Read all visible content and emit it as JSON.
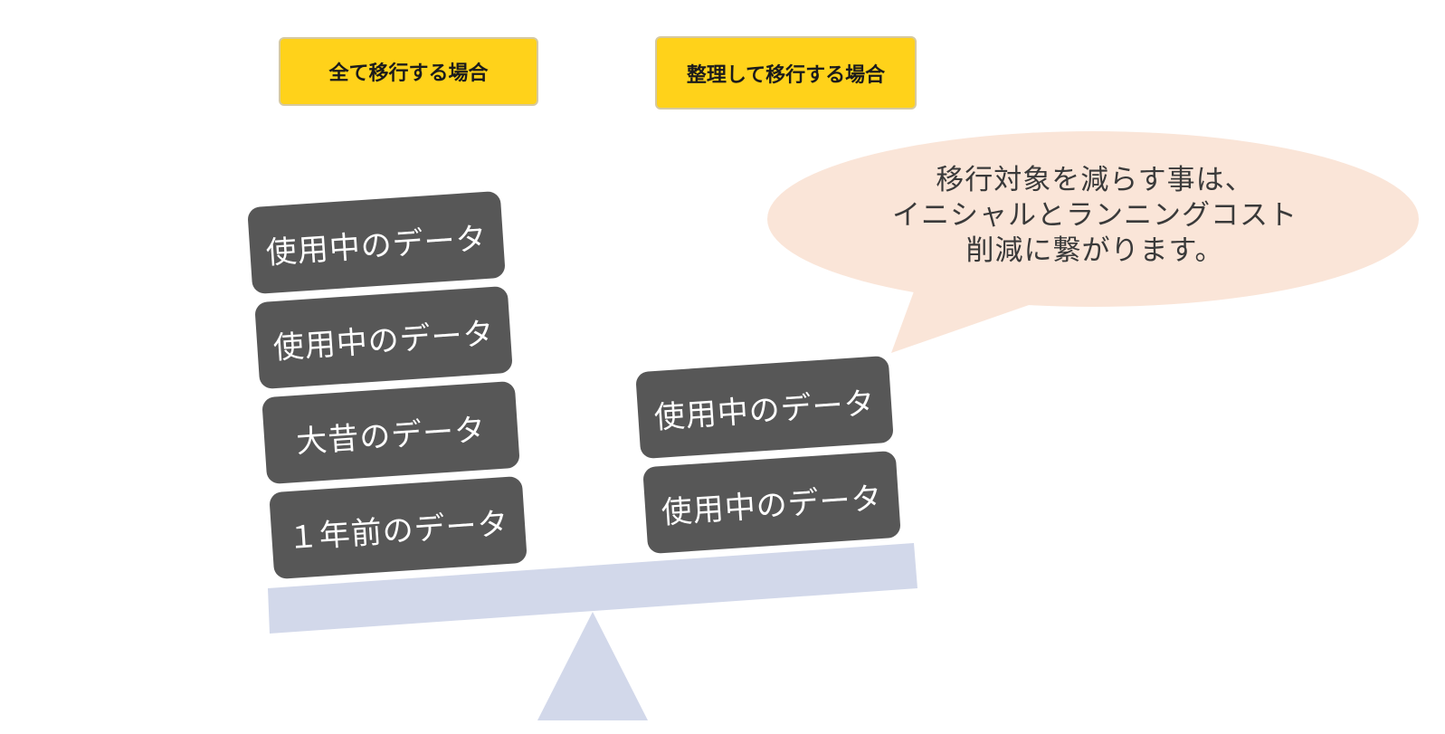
{
  "labels": {
    "left": "全て移行する場合",
    "right": "整理して移行する場合"
  },
  "left_stack": [
    "使用中のデータ",
    "使用中のデータ",
    "大昔のデータ",
    "１年前のデータ"
  ],
  "right_stack": [
    "使用中のデータ",
    "使用中のデータ"
  ],
  "callout": {
    "line1": "移行対象を減らす事は、",
    "line2": "イニシャルとランニングコスト",
    "line3": "削減に繋がります。"
  },
  "colors": {
    "label_fill": "#ffd21a",
    "block_fill": "#575757",
    "beam_fill": "#d2d8ea",
    "bubble_fill": "#fae5d8"
  }
}
